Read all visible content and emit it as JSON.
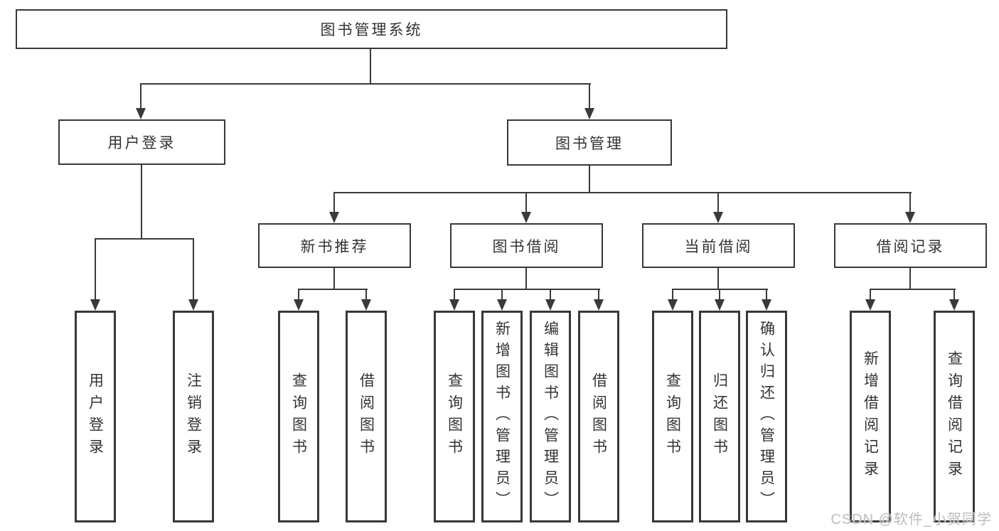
{
  "diagram_title": "图书管理系统",
  "colors": {
    "background": "#ffffff",
    "line": "#3a3a3a",
    "border": "#383838",
    "text": "#333333",
    "watermark": "#bdbdbd"
  },
  "nodes": {
    "root": {
      "label": "图书管理系统"
    },
    "user_login": {
      "label": "用户登录"
    },
    "book_management": {
      "label": "图书管理"
    },
    "new_book_recommend": {
      "label": "新书推荐"
    },
    "book_borrowing": {
      "label": "图书借阅"
    },
    "current_borrowing": {
      "label": "当前借阅"
    },
    "borrowing_records": {
      "label": "借阅记录"
    },
    "leaf_user_login": {
      "label": "用户登录"
    },
    "leaf_logout": {
      "label": "注销登录"
    },
    "leaf_nb_query_books": {
      "label": "查询图书"
    },
    "leaf_nb_borrow_books": {
      "label": "借阅图书"
    },
    "leaf_bw_query_books": {
      "label": "查询图书"
    },
    "leaf_bw_add_books": {
      "label": "新增图书（管理员）"
    },
    "leaf_bw_edit_books": {
      "label": "编辑图书（管理员）"
    },
    "leaf_bw_borrow_books": {
      "label": "借阅图书"
    },
    "leaf_cb_query_books": {
      "label": "查询图书"
    },
    "leaf_cb_return_books": {
      "label": "归还图书"
    },
    "leaf_cb_confirm_return": {
      "label": "确认归还（管理员）"
    },
    "leaf_br_add_record": {
      "label": "新增借阅记录"
    },
    "leaf_br_query_record": {
      "label": "查询借阅记录"
    }
  },
  "watermark": {
    "text": "CSDN @软件_小贺同学"
  }
}
